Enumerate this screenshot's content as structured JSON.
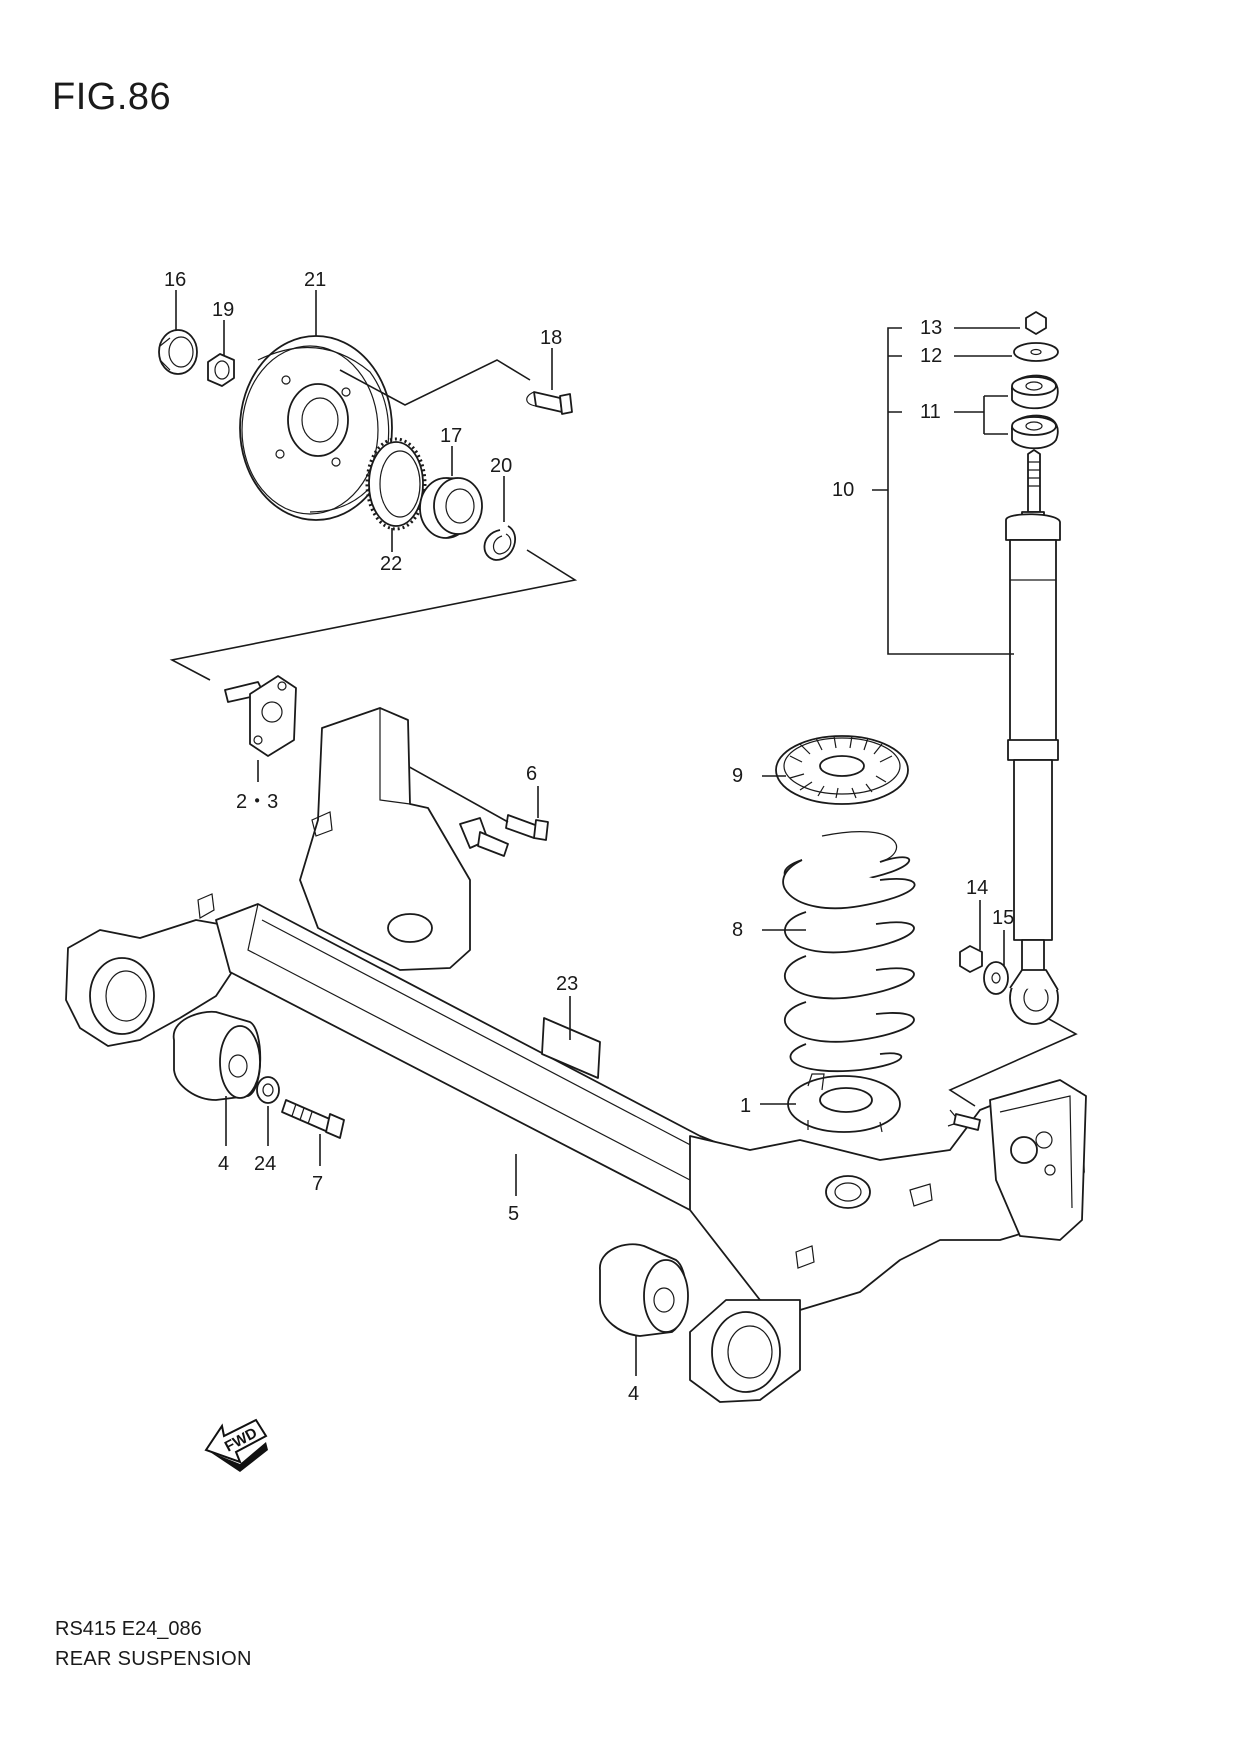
{
  "figure": {
    "title": "FIG.86"
  },
  "footer": {
    "code": "RS415 E24_086",
    "title": "REAR SUSPENSION"
  },
  "direction_marker": {
    "text": "FWD"
  },
  "callouts": [
    {
      "id": "c16",
      "label": "16"
    },
    {
      "id": "c21",
      "label": "21"
    },
    {
      "id": "c19",
      "label": "19"
    },
    {
      "id": "c18",
      "label": "18"
    },
    {
      "id": "c17",
      "label": "17"
    },
    {
      "id": "c20",
      "label": "20"
    },
    {
      "id": "c22",
      "label": "22"
    },
    {
      "id": "c13",
      "label": "13"
    },
    {
      "id": "c12",
      "label": "12"
    },
    {
      "id": "c11",
      "label": "11"
    },
    {
      "id": "c10",
      "label": "10"
    },
    {
      "id": "c9",
      "label": "9"
    },
    {
      "id": "c8",
      "label": "8"
    },
    {
      "id": "c6",
      "label": "6"
    },
    {
      "id": "c23",
      "label": "23"
    },
    {
      "id": "c14",
      "label": "14"
    },
    {
      "id": "c15",
      "label": "15"
    },
    {
      "id": "c1",
      "label": "1"
    },
    {
      "id": "c23b",
      "label": "2・3"
    },
    {
      "id": "c4a",
      "label": "4"
    },
    {
      "id": "c24",
      "label": "24"
    },
    {
      "id": "c7",
      "label": "7"
    },
    {
      "id": "c5",
      "label": "5"
    },
    {
      "id": "c4b",
      "label": "4"
    }
  ]
}
